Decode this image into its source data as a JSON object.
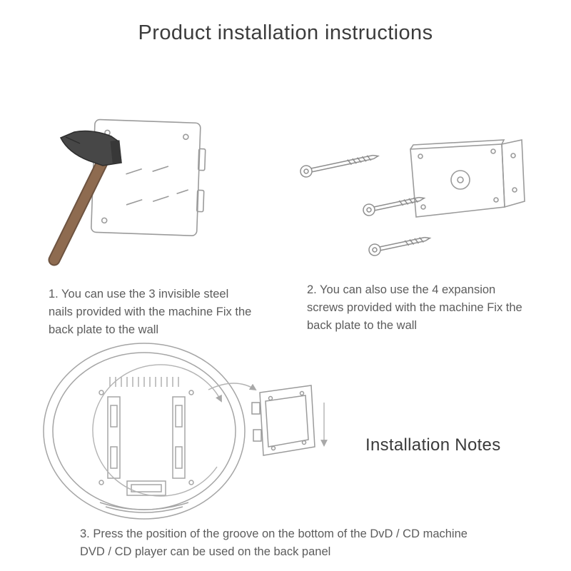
{
  "page": {
    "title": "Product installation instructions",
    "notes_label": "Installation Notes"
  },
  "steps": [
    {
      "text": "1. You can use the 3 invisible steel nails provided with the machine Fix the back plate to the wall"
    },
    {
      "text": "2. You can also use the 4 expansion screws provided with the machine Fix the back plate to the wall"
    },
    {
      "text": "3. Press the position of the groove on the bottom of the DvD / CD machine DVD / CD player can be used on the back panel"
    }
  ],
  "illustrations": {
    "step1": "hammer-nailing-back-plate",
    "step2": "back-plate-with-expansion-screws",
    "step3": "player-back-panel-and-wall-bracket"
  },
  "colors": {
    "background": "#ffffff",
    "title_text": "#3c3c3c",
    "caption_text": "#5c5c5c",
    "line_art": "#9b9b9b",
    "hammer_handle": "#8a6753",
    "hammer_head": "#474747"
  }
}
